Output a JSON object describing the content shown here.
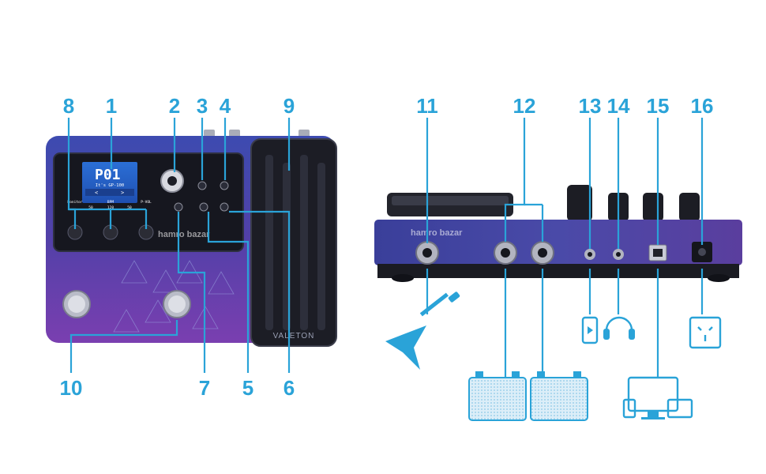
{
  "callouts": [
    "8",
    "1",
    "2",
    "3",
    "4",
    "9",
    "11",
    "12",
    "13",
    "14",
    "15",
    "16",
    "10",
    "7",
    "5",
    "6"
  ],
  "screen": {
    "patch": "P01",
    "preset": "It's GP-100",
    "param_1": "Monitor",
    "param_2": "BPM",
    "param_3": "P-VOL",
    "value_1": "50",
    "value_2": "120",
    "value_3": "50"
  },
  "device_logo": "VALETON",
  "watermark": "hamro bazar",
  "colors": {
    "accent": "#2aa3d8",
    "device_purple": "#5a3fa6",
    "device_blue": "#3a4fb8",
    "panel_dark": "#1a1b24"
  },
  "icons": [
    "guitar-icon",
    "phone-icon",
    "headphones-icon",
    "power-outlet-icon",
    "speaker-cabinet-icon",
    "computer-icon"
  ]
}
